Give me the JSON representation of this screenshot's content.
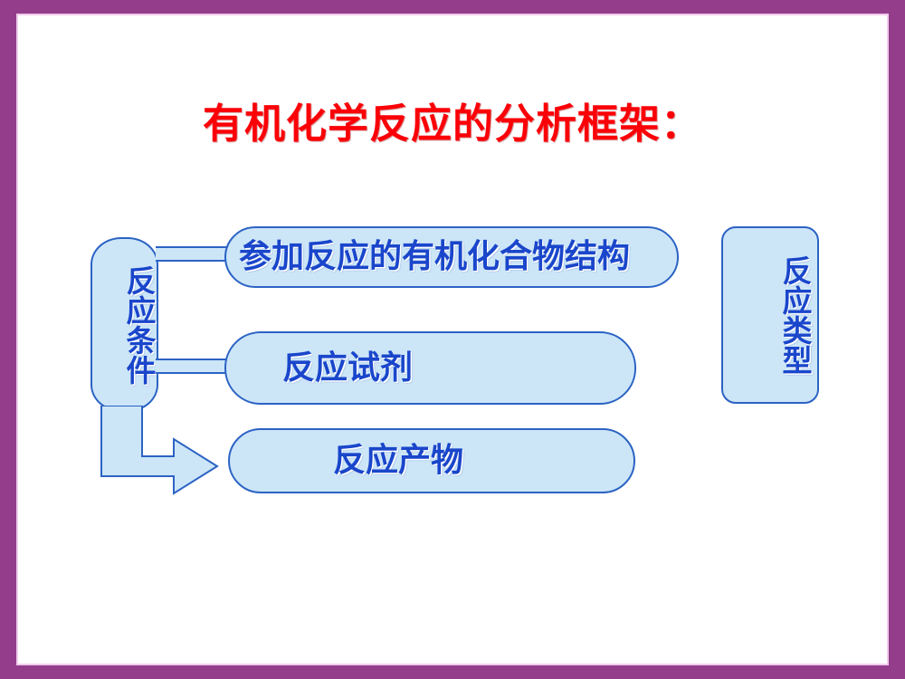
{
  "slide": {
    "title": "有机化学反应的分析框架：",
    "background_color": "#FFFFFF",
    "frame_color": "#943E8B",
    "frame_hairline_color": "#F0CDEB",
    "title_color": "#FB0007"
  },
  "theme": {
    "shape_fill": "#CCE6F8",
    "shape_border": "#2C63C4",
    "shape_text_color": "#1A46CB",
    "arrow_fill": "#CCE6F8",
    "arrow_border": "#2C63C4"
  },
  "diagram": {
    "nodes": [
      {
        "id": "condition",
        "label": "反应条件",
        "orientation": "vertical",
        "shape": "rounded-pill",
        "role": "source"
      },
      {
        "id": "compound",
        "label": "参加反应的有机化合物结构",
        "orientation": "horizontal",
        "shape": "pill",
        "role": "branch"
      },
      {
        "id": "reagent",
        "label": "反应试剂",
        "orientation": "horizontal",
        "shape": "pill",
        "role": "branch"
      },
      {
        "id": "product",
        "label": "反应产物",
        "orientation": "horizontal",
        "shape": "pill",
        "role": "branch"
      },
      {
        "id": "type",
        "label": "反应类型",
        "orientation": "vertical",
        "shape": "rounded-rect",
        "role": "standalone"
      }
    ],
    "connectors": [
      {
        "id": "connector-top",
        "from": "condition",
        "to": "compound",
        "style": "double-line-bar"
      },
      {
        "id": "connector-bottom",
        "from": "condition",
        "to": "reagent",
        "style": "double-line-bar"
      },
      {
        "id": "bent-arrow",
        "from": "condition",
        "to": "product",
        "style": "bent-block-arrow"
      }
    ]
  }
}
